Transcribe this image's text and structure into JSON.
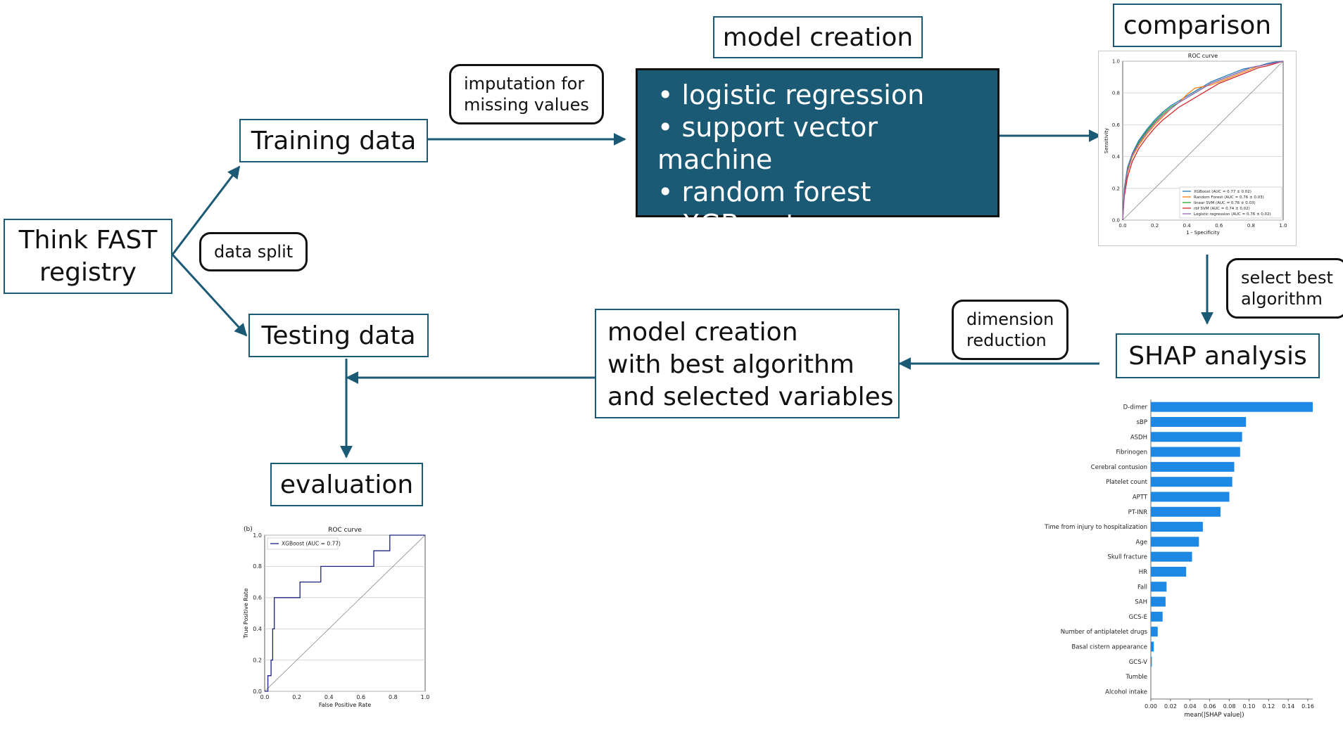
{
  "nodes": {
    "think_fast": [
      "Think FAST",
      "registry"
    ],
    "training": "Training data",
    "testing": "Testing data",
    "evaluation": "evaluation",
    "model_creation_title": "model creation",
    "algorithms": [
      "logistic regression",
      "support vector machine",
      "random forest",
      "XGBoost"
    ],
    "comparison": "comparison",
    "shap": "SHAP analysis",
    "model_best": [
      "model creation",
      "with best algorithm",
      "and selected variables"
    ]
  },
  "notes": {
    "imputation": [
      "imputation for",
      "missing values"
    ],
    "data_split": "data split",
    "select_best": [
      "select best",
      "algorithm"
    ],
    "dimension": [
      "dimension",
      "reduction"
    ]
  },
  "colors": {
    "accent": "#1b5a75",
    "shap_bar": "#1e88e5"
  },
  "comparison_roc": {
    "type": "line",
    "title": "ROC curve",
    "xlabel": "1 - Specificity",
    "ylabel": "Sensitivity",
    "xlim": [
      0,
      1
    ],
    "ylim": [
      0,
      1
    ],
    "ticks": [
      "0.0",
      "0.2",
      "0.4",
      "0.6",
      "0.8",
      "1.0"
    ],
    "grid": "horizontal",
    "legend_position": "bottom-right",
    "series": [
      {
        "name": "XGBoost  (AUC = 0.77 ± 0.02)",
        "color": "#1f77b4",
        "x": [
          0,
          0.01,
          0.03,
          0.06,
          0.1,
          0.15,
          0.2,
          0.25,
          0.3,
          0.35,
          0.4,
          0.45,
          0.5,
          0.55,
          0.6,
          0.65,
          0.7,
          0.75,
          0.8,
          0.85,
          0.9,
          0.95,
          1.0
        ],
        "y": [
          0,
          0.2,
          0.33,
          0.42,
          0.5,
          0.57,
          0.63,
          0.68,
          0.72,
          0.75,
          0.78,
          0.81,
          0.84,
          0.87,
          0.89,
          0.91,
          0.93,
          0.95,
          0.96,
          0.97,
          0.985,
          0.995,
          1.0
        ]
      },
      {
        "name": "Random Forest  (AUC = 0.76 ± 0.03)",
        "color": "#ff7f0e",
        "x": [
          0,
          0.01,
          0.03,
          0.06,
          0.1,
          0.15,
          0.2,
          0.25,
          0.3,
          0.35,
          0.4,
          0.45,
          0.5,
          0.55,
          0.6,
          0.65,
          0.7,
          0.75,
          0.8,
          0.85,
          0.9,
          0.95,
          1.0
        ],
        "y": [
          0,
          0.17,
          0.3,
          0.4,
          0.47,
          0.54,
          0.6,
          0.65,
          0.7,
          0.74,
          0.79,
          0.83,
          0.84,
          0.85,
          0.87,
          0.89,
          0.91,
          0.93,
          0.95,
          0.97,
          0.98,
          0.99,
          1.0
        ]
      },
      {
        "name": "linear SVM  (AUC = 0.76 ± 0.03)",
        "color": "#2ca02c",
        "x": [
          0,
          0.01,
          0.03,
          0.06,
          0.1,
          0.15,
          0.2,
          0.25,
          0.3,
          0.35,
          0.4,
          0.45,
          0.5,
          0.55,
          0.6,
          0.65,
          0.7,
          0.75,
          0.8,
          0.85,
          0.9,
          0.95,
          1.0
        ],
        "y": [
          0,
          0.19,
          0.32,
          0.41,
          0.49,
          0.56,
          0.62,
          0.67,
          0.71,
          0.74,
          0.77,
          0.8,
          0.83,
          0.86,
          0.88,
          0.9,
          0.92,
          0.94,
          0.96,
          0.97,
          0.98,
          0.99,
          1.0
        ]
      },
      {
        "name": "rbf SVM  (AUC = 0.74 ± 0.02)",
        "color": "#d62728",
        "x": [
          0,
          0.01,
          0.03,
          0.06,
          0.1,
          0.15,
          0.2,
          0.25,
          0.3,
          0.35,
          0.4,
          0.45,
          0.5,
          0.55,
          0.6,
          0.65,
          0.7,
          0.75,
          0.8,
          0.85,
          0.9,
          0.95,
          1.0
        ],
        "y": [
          0,
          0.15,
          0.27,
          0.37,
          0.45,
          0.52,
          0.58,
          0.63,
          0.67,
          0.71,
          0.74,
          0.77,
          0.8,
          0.83,
          0.86,
          0.88,
          0.9,
          0.92,
          0.94,
          0.96,
          0.97,
          0.985,
          1.0
        ]
      },
      {
        "name": "Logistic regression  (AUC = 0.76 ± 0.02)",
        "color": "#9467bd",
        "x": [
          0,
          0.01,
          0.03,
          0.06,
          0.1,
          0.15,
          0.2,
          0.25,
          0.3,
          0.35,
          0.4,
          0.45,
          0.5,
          0.55,
          0.6,
          0.65,
          0.7,
          0.75,
          0.8,
          0.85,
          0.9,
          0.95,
          1.0
        ],
        "y": [
          0,
          0.18,
          0.31,
          0.41,
          0.48,
          0.55,
          0.61,
          0.66,
          0.7,
          0.74,
          0.77,
          0.8,
          0.83,
          0.86,
          0.88,
          0.9,
          0.92,
          0.94,
          0.96,
          0.97,
          0.98,
          0.99,
          1.0
        ]
      }
    ]
  },
  "evaluation_roc": {
    "type": "line",
    "panel_label": "(b)",
    "title": "ROC curve",
    "xlabel": "False Positive Rate",
    "ylabel": "True Positive Rate",
    "xlim": [
      0,
      1
    ],
    "ylim": [
      0,
      1
    ],
    "ticks": [
      "0.0",
      "0.2",
      "0.4",
      "0.6",
      "0.8",
      "1.0"
    ],
    "grid": "horizontal",
    "legend_position": "top-left",
    "series": [
      {
        "name": "XGBoost (AUC = 0.77)",
        "color": "#1a237e",
        "x": [
          0,
          0.02,
          0.02,
          0.04,
          0.04,
          0.05,
          0.05,
          0.06,
          0.06,
          0.22,
          0.22,
          0.35,
          0.35,
          0.68,
          0.68,
          0.78,
          0.78,
          1.0
        ],
        "y": [
          0,
          0,
          0.1,
          0.1,
          0.2,
          0.2,
          0.4,
          0.4,
          0.6,
          0.6,
          0.7,
          0.7,
          0.8,
          0.8,
          0.9,
          0.9,
          1.0,
          1.0
        ]
      }
    ]
  },
  "shap_chart": {
    "type": "bar",
    "xlabel": "mean(|SHAP value|)",
    "xlim": [
      0,
      0.165
    ],
    "ticks": [
      "0.00",
      "0.02",
      "0.04",
      "0.06",
      "0.08",
      "0.10",
      "0.12",
      "0.14",
      "0.16"
    ],
    "categories": [
      "D-dimer",
      "sBP",
      "ASDH",
      "Fibrinogen",
      "Cerebral contusion",
      "Platelet count",
      "APTT",
      "PT-INR",
      "Time from injury to hospitalization",
      "Age",
      "Skull fracture",
      "HR",
      "Fall",
      "SAH",
      "GCS-E",
      "Number of antiplatelet drugs",
      "Basal cistern appearance",
      "GCS-V",
      "Tumble",
      "Alcohol intake"
    ],
    "values": [
      0.165,
      0.097,
      0.093,
      0.091,
      0.085,
      0.083,
      0.08,
      0.071,
      0.053,
      0.049,
      0.042,
      0.036,
      0.016,
      0.015,
      0.012,
      0.007,
      0.003,
      0.001,
      0.0,
      0.0
    ]
  }
}
